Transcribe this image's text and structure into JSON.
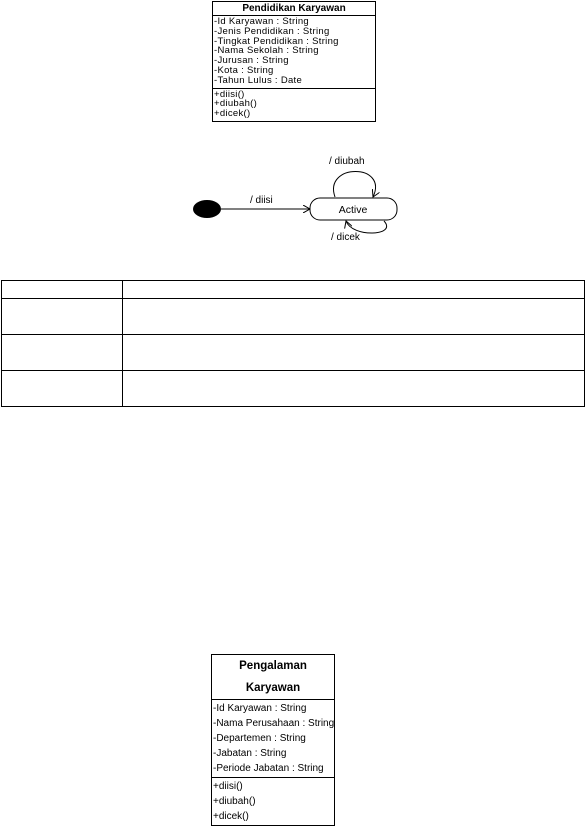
{
  "class_pendidikan": {
    "title": "Pendidikan Karyawan",
    "attributes": [
      "-Id Karyawan : String",
      "-Jenis Pendidikan : String",
      "-Tingkat Pendidikan : String",
      "-Nama Sekolah : String",
      "-Jurusan : String",
      "-Kota : String",
      "-Tahun Lulus : Date"
    ],
    "operations": [
      "+diisi()",
      "+diubah()",
      "+dicek()"
    ]
  },
  "state_diagram": {
    "state_name": "Active",
    "transition_initial": "/ diisi",
    "transition_top": "/ diubah",
    "transition_bottom": "/ dicek"
  },
  "class_pengalaman": {
    "title": "Pengalaman Karyawan",
    "attributes": [
      "-Id Karyawan : String",
      "-Nama Perusahaan : String",
      "-Departemen : String",
      "-Jabatan : String",
      "-Periode Jabatan : String"
    ],
    "operations": [
      "+diisi()",
      "+diubah()",
      "+dicek()"
    ]
  }
}
